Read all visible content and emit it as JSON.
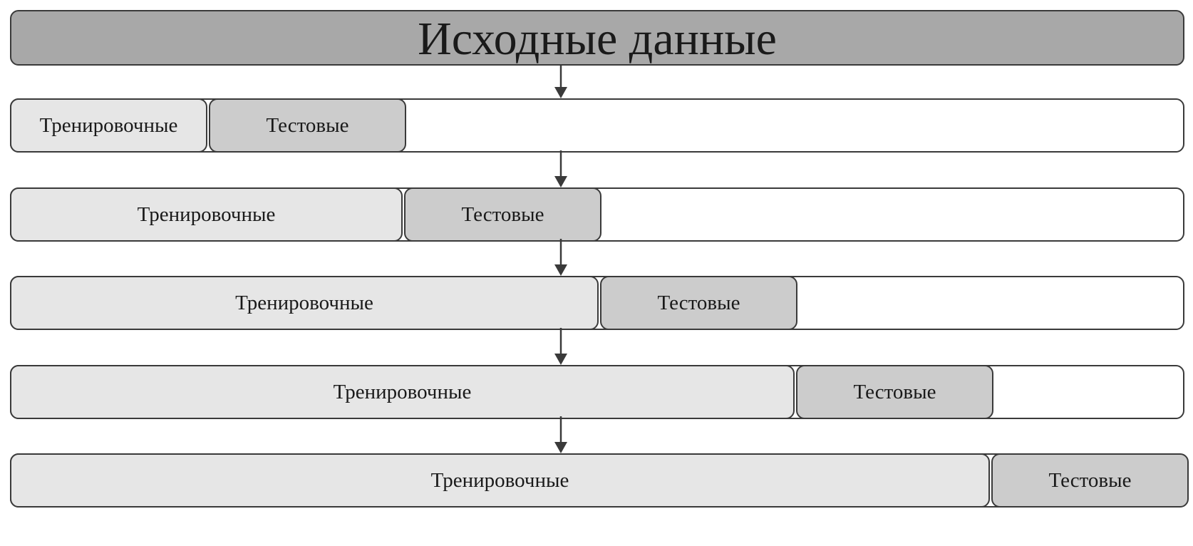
{
  "diagram": {
    "header": "Исходные данные",
    "train_label": "Тренировочные",
    "test_label": "Тестовые",
    "folds": [
      {
        "train_fraction": 0.1667,
        "test_fraction": 0.1667
      },
      {
        "train_fraction": 0.3333,
        "test_fraction": 0.1667
      },
      {
        "train_fraction": 0.5,
        "test_fraction": 0.1667
      },
      {
        "train_fraction": 0.6667,
        "test_fraction": 0.1667
      },
      {
        "train_fraction": 0.8333,
        "test_fraction": 0.1667
      }
    ]
  },
  "colors": {
    "header_fill": "#a8a8a8",
    "train_fill": "#e6e6e6",
    "test_fill": "#cccccc",
    "outline": "#3a3a3a"
  }
}
